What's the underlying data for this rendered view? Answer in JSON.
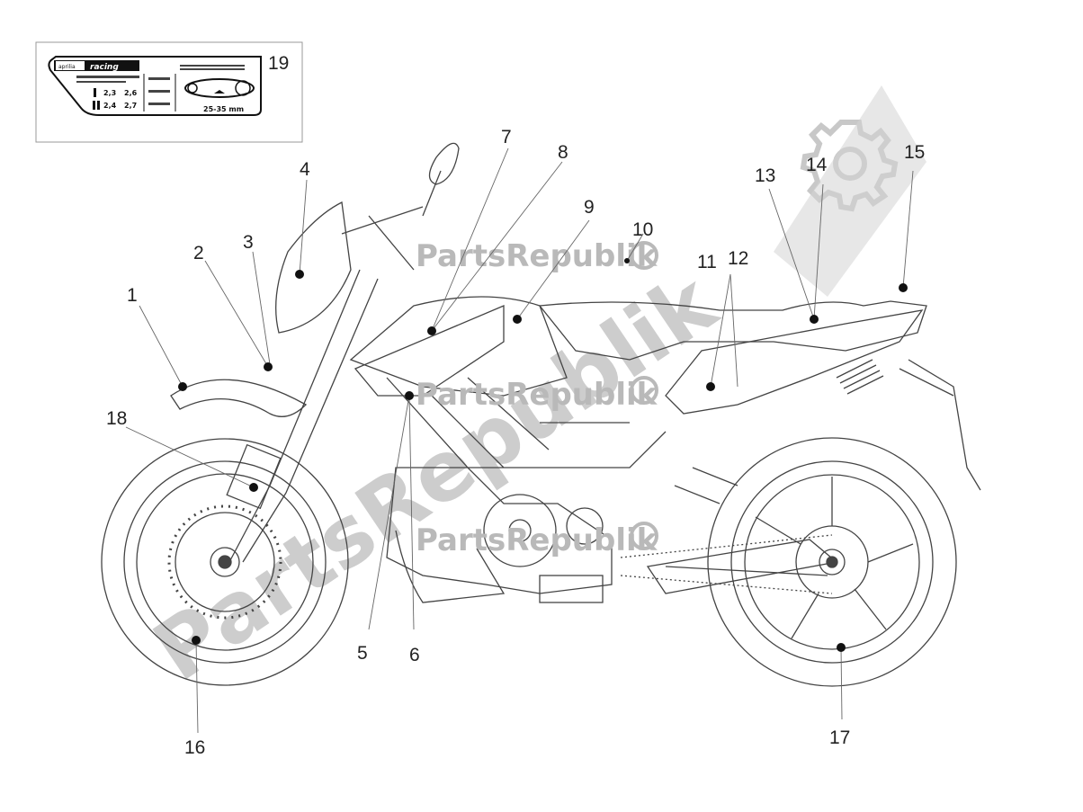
{
  "watermarks": {
    "horizontal": [
      "PartsRepublik",
      "PartsRepublik",
      "PartsRepublik"
    ],
    "diagonal": "PartsRepublik"
  },
  "sticker": {
    "number": "19",
    "brand": "aprilia",
    "sub_brand": "racing",
    "values": [
      "2,3",
      "2,6",
      "2,4",
      "2,7"
    ],
    "chain_slack": "25-35 mm"
  },
  "callouts": [
    "1",
    "2",
    "3",
    "4",
    "5",
    "6",
    "7",
    "8",
    "9",
    "10",
    "11",
    "12",
    "13",
    "14",
    "15",
    "16",
    "17",
    "18"
  ],
  "colors": {
    "line": "#444444",
    "watermark": "#b9b9b9",
    "dot": "#111111"
  }
}
